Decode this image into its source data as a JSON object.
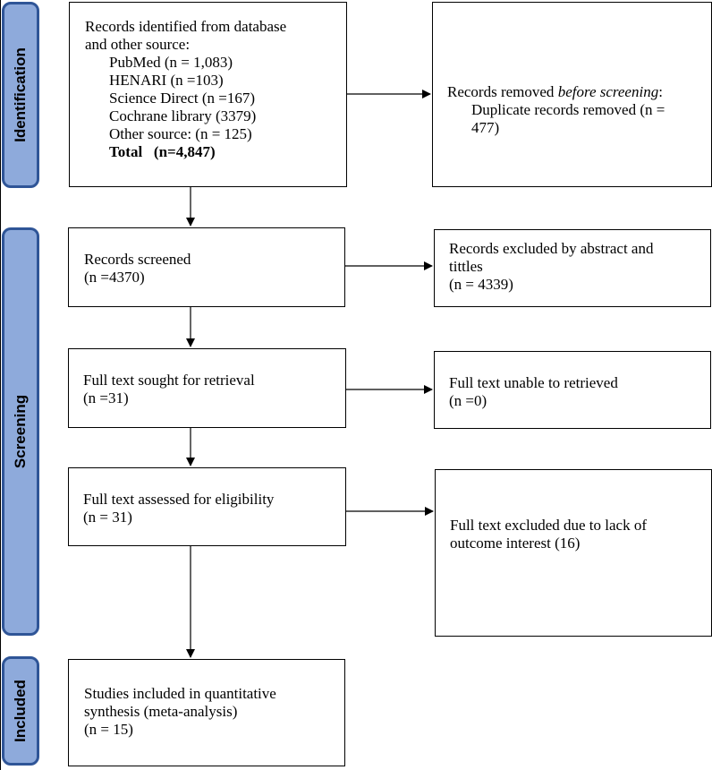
{
  "phases": {
    "identification": "Identification",
    "screening": "Screening",
    "included": "Included"
  },
  "identified": {
    "intro_line1": "Records identified from database",
    "intro_line2": "and other source:",
    "sources": [
      "PubMed (n = 1,083)",
      "HENARI (n =103)",
      "Science Direct (n =167)",
      "Cochrane library (3379)",
      "Other source: (n = 125)"
    ],
    "total_label": "Total",
    "total_value": "(n=4,847)"
  },
  "removed": {
    "line1_prefix": "Records removed ",
    "line1_italic": "before screening",
    "line1_suffix": ":",
    "line2": "Duplicate records removed (n =",
    "line3": "477)"
  },
  "screened": {
    "line1": "Records screened",
    "line2": "(n =4370)"
  },
  "excluded_abstract": {
    "line1": "Records excluded by abstract and",
    "line2": "tittles",
    "line3": "(n = 4339)"
  },
  "sought": {
    "line1": "Full text sought for retrieval",
    "line2": "(n =31)"
  },
  "unable": {
    "line1": "Full text unable to retrieved",
    "line2": "(n =0)"
  },
  "assessed": {
    "line1": "Full text assessed for eligibility",
    "line2": "(n = 31)"
  },
  "excluded_fulltext": {
    "line1": "Full text excluded due to lack of",
    "line2": "outcome interest (16)"
  },
  "included_studies": {
    "line1": "Studies included in quantitative",
    "line2": "synthesis (meta-analysis)",
    "line3": "(n = 15)"
  }
}
